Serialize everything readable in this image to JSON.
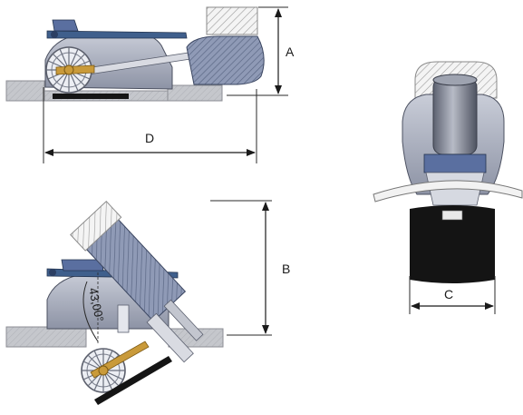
{
  "labels": {
    "dim_a": "A",
    "dim_b": "B",
    "dim_c": "C",
    "dim_d": "D",
    "angle": "43,00°"
  },
  "colors": {
    "body_grey": "#a9aebd",
    "body_dark": "#6f7587",
    "arm_blue": "#3f5f8c",
    "wheel_gold": "#c99a3a",
    "floor": "#c9cbd0",
    "black_belt": "#151515",
    "hatch": "#8a8a8a"
  }
}
